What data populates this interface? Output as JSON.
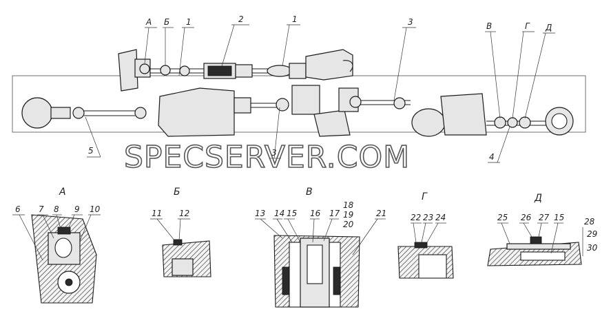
{
  "watermark": "SPECSERVER.COM",
  "main_view": {
    "callouts_top": [
      "А",
      "Б",
      "1",
      "2",
      "1",
      "3",
      "В",
      "Г",
      "Д"
    ],
    "callouts_bottom": [
      "5",
      "3",
      "4"
    ]
  },
  "detail_views": [
    {
      "title": "А",
      "numbers": [
        "6",
        "7",
        "8",
        "9",
        "10"
      ]
    },
    {
      "title": "Б",
      "numbers": [
        "11",
        "12"
      ]
    },
    {
      "title": "В",
      "numbers": [
        "13",
        "14",
        "15",
        "16",
        "17",
        "18",
        "19",
        "20",
        "21"
      ]
    },
    {
      "title": "Г",
      "numbers": [
        "22",
        "23",
        "24"
      ]
    },
    {
      "title": "Д",
      "numbers": [
        "25",
        "26",
        "27",
        "15",
        "28",
        "29",
        "30"
      ]
    }
  ]
}
